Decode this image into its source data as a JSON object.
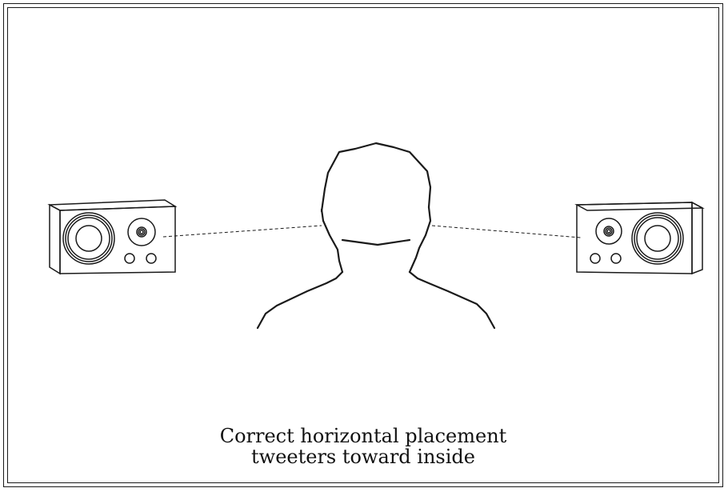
{
  "caption": {
    "line1": "Correct horizontal placement",
    "line2": "tweeters toward inside"
  },
  "colors": {
    "stroke": "#1a1a1a",
    "background": "#ffffff"
  },
  "figure": {
    "left_speaker": {
      "tweeter_side": "inside"
    },
    "right_speaker": {
      "tweeter_side": "inside"
    },
    "line_style": "dashed"
  }
}
